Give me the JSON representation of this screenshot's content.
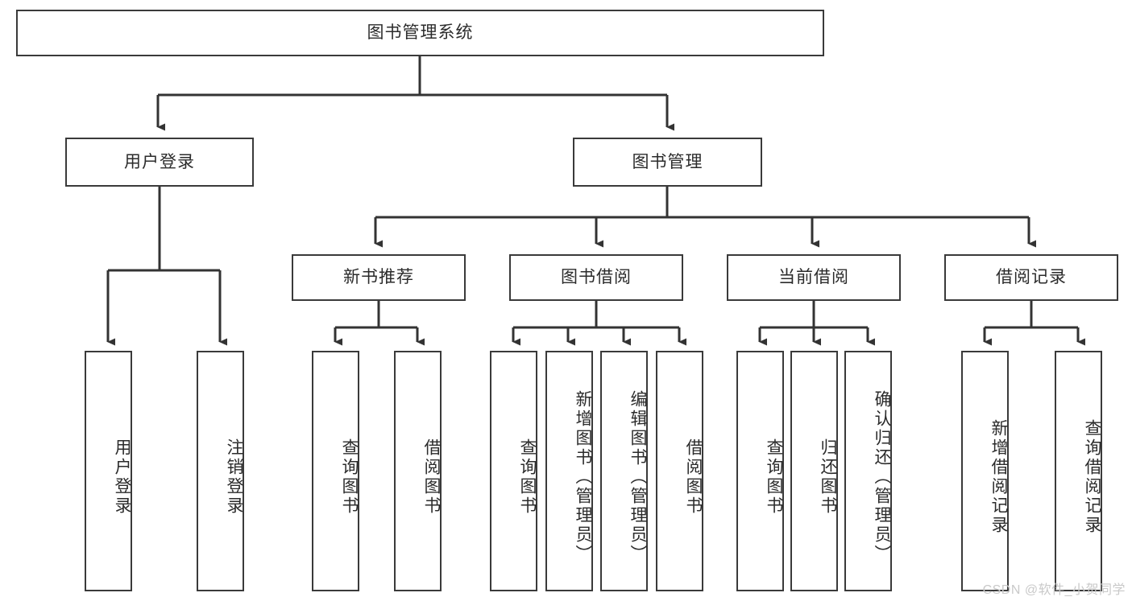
{
  "diagram": {
    "type": "tree-hierarchy",
    "title": "图书管理系统",
    "watermark": "CSDN @软件_小贺同学",
    "colors": {
      "node_border": "#3a3a3a",
      "node_fill": "#ffffff",
      "edge": "#333333",
      "text": "#2b2b2b",
      "watermark": "#c9c9c9"
    },
    "nodes": {
      "root": {
        "label": "图书管理系统",
        "level": 1,
        "orientation": "horizontal"
      },
      "user_login": {
        "label": "用户登录",
        "level": 2,
        "orientation": "horizontal"
      },
      "book_manage": {
        "label": "图书管理",
        "level": 2,
        "orientation": "horizontal"
      },
      "new_book_rec": {
        "label": "新书推荐",
        "level": 3,
        "orientation": "horizontal"
      },
      "book_borrow": {
        "label": "图书借阅",
        "level": 3,
        "orientation": "horizontal"
      },
      "current_borrow": {
        "label": "当前借阅",
        "level": 3,
        "orientation": "horizontal"
      },
      "borrow_record": {
        "label": "借阅记录",
        "level": 3,
        "orientation": "horizontal"
      },
      "leaf_user_login": {
        "label": "用户登录",
        "level": 3,
        "orientation": "vertical"
      },
      "leaf_logout": {
        "label": "注销登录",
        "level": 3,
        "orientation": "vertical"
      },
      "leaf_query_book_1": {
        "label": "查询图书",
        "level": 4,
        "orientation": "vertical"
      },
      "leaf_borrow_book_1": {
        "label": "借阅图书",
        "level": 4,
        "orientation": "vertical"
      },
      "leaf_query_book_2": {
        "label": "查询图书",
        "level": 4,
        "orientation": "vertical"
      },
      "leaf_add_book": {
        "label": "新增图书（管理员）",
        "level": 4,
        "orientation": "vertical"
      },
      "leaf_edit_book": {
        "label": "编辑图书（管理员）",
        "level": 4,
        "orientation": "vertical"
      },
      "leaf_borrow_book_2": {
        "label": "借阅图书",
        "level": 4,
        "orientation": "vertical"
      },
      "leaf_query_book_3": {
        "label": "查询图书",
        "level": 4,
        "orientation": "vertical"
      },
      "leaf_return_book": {
        "label": "归还图书",
        "level": 4,
        "orientation": "vertical"
      },
      "leaf_confirm_return": {
        "label": "确认归还（管理员）",
        "level": 4,
        "orientation": "vertical"
      },
      "leaf_add_record": {
        "label": "新增借阅记录",
        "level": 4,
        "orientation": "vertical"
      },
      "leaf_query_record": {
        "label": "查询借阅记录",
        "level": 4,
        "orientation": "vertical"
      }
    },
    "edges": [
      {
        "from": "root",
        "to": "user_login"
      },
      {
        "from": "root",
        "to": "book_manage"
      },
      {
        "from": "user_login",
        "to": "leaf_user_login"
      },
      {
        "from": "user_login",
        "to": "leaf_logout"
      },
      {
        "from": "book_manage",
        "to": "new_book_rec"
      },
      {
        "from": "book_manage",
        "to": "book_borrow"
      },
      {
        "from": "book_manage",
        "to": "current_borrow"
      },
      {
        "from": "book_manage",
        "to": "borrow_record"
      },
      {
        "from": "new_book_rec",
        "to": "leaf_query_book_1"
      },
      {
        "from": "new_book_rec",
        "to": "leaf_borrow_book_1"
      },
      {
        "from": "book_borrow",
        "to": "leaf_query_book_2"
      },
      {
        "from": "book_borrow",
        "to": "leaf_add_book"
      },
      {
        "from": "book_borrow",
        "to": "leaf_edit_book"
      },
      {
        "from": "book_borrow",
        "to": "leaf_borrow_book_2"
      },
      {
        "from": "current_borrow",
        "to": "leaf_query_book_3"
      },
      {
        "from": "current_borrow",
        "to": "leaf_return_book"
      },
      {
        "from": "current_borrow",
        "to": "leaf_confirm_return"
      },
      {
        "from": "borrow_record",
        "to": "leaf_add_record"
      },
      {
        "from": "borrow_record",
        "to": "leaf_query_record"
      }
    ]
  }
}
